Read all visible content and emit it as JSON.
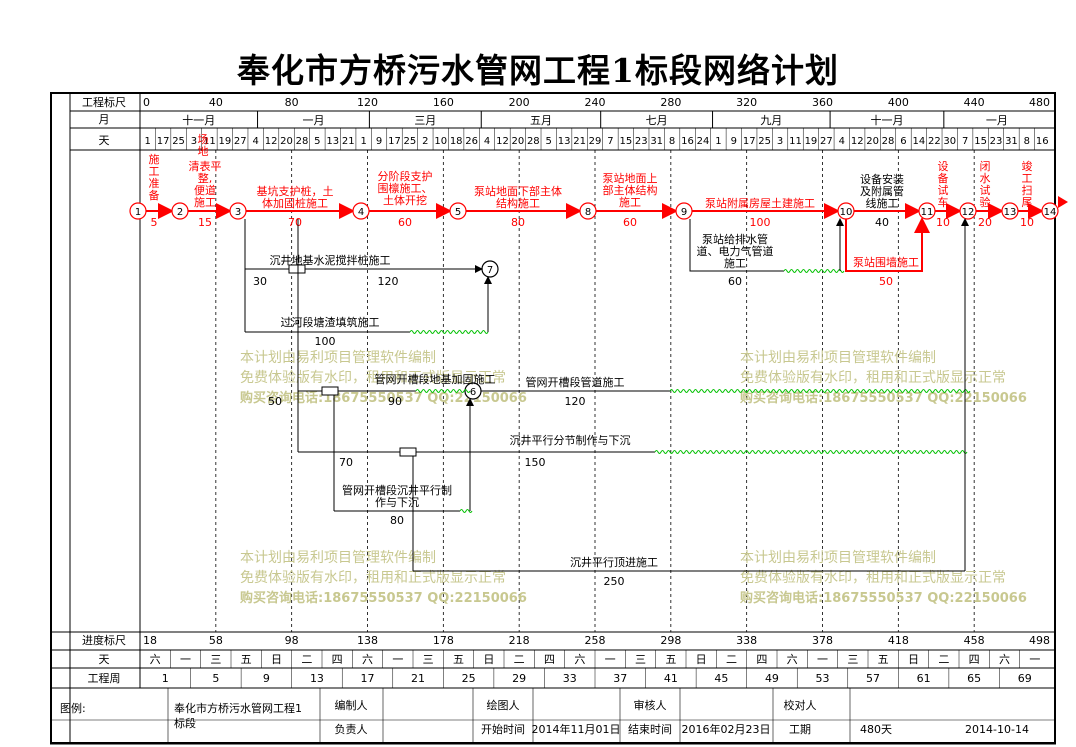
{
  "title": "奉化市方桥污水管网工程1标段网络计划",
  "rows": {
    "scale_label": "工程标尺",
    "month_label": "月",
    "day_label": "天",
    "progress_label": "进度标尺",
    "weekday_label": "天",
    "week_label": "工程周"
  },
  "scale": [
    "0",
    "40",
    "80",
    "120",
    "160",
    "200",
    "240",
    "280",
    "320",
    "360",
    "400",
    "440",
    "480"
  ],
  "months": [
    "十一月",
    "一月",
    "三月",
    "五月",
    "七月",
    "九月",
    "十一月",
    "一月"
  ],
  "days": [
    "1",
    "17",
    "25",
    "3",
    "11",
    "19",
    "27",
    "4",
    "12",
    "20",
    "28",
    "5",
    "13",
    "21",
    "1",
    "9",
    "17",
    "25",
    "2",
    "10",
    "18",
    "26",
    "4",
    "12",
    "20",
    "28",
    "5",
    "13",
    "21",
    "29",
    "7",
    "15",
    "23",
    "31",
    "8",
    "16",
    "24",
    "1",
    "9",
    "17",
    "25",
    "3",
    "11",
    "19",
    "27",
    "4",
    "12",
    "20",
    "28",
    "6",
    "14",
    "22",
    "30",
    "7",
    "15",
    "23",
    "31",
    "8",
    "16"
  ],
  "progress": [
    "18",
    "58",
    "98",
    "138",
    "178",
    "218",
    "258",
    "298",
    "338",
    "378",
    "418",
    "458",
    "498"
  ],
  "weekdays": [
    "六",
    "一",
    "三",
    "五",
    "日",
    "二",
    "四",
    "六",
    "一",
    "三",
    "五",
    "日",
    "二",
    "四",
    "六",
    "一",
    "三",
    "五",
    "日",
    "二",
    "四",
    "六",
    "一",
    "三",
    "五",
    "日",
    "二",
    "四",
    "六",
    "一"
  ],
  "weeks": [
    "1",
    "5",
    "9",
    "13",
    "17",
    "21",
    "25",
    "29",
    "33",
    "37",
    "41",
    "45",
    "49",
    "53",
    "57",
    "61",
    "65",
    "69"
  ],
  "nodes": [
    "1",
    "2",
    "3",
    "4",
    "5",
    "8",
    "9",
    "10",
    "11",
    "12",
    "13",
    "14",
    "7",
    "6"
  ],
  "critical_tasks": [
    {
      "name": "施工准备",
      "dur": "5"
    },
    {
      "name": "场地清表平整,便道施工",
      "dur": "15"
    },
    {
      "name": "基坑支护桩,土体加固桩施工",
      "dur": "70"
    },
    {
      "name": "分阶段支护围檩施工、土体开挖",
      "dur": "60"
    },
    {
      "name": "泵站地面下部主体结构施工",
      "dur": "80"
    },
    {
      "name": "泵站地面上部主体结构施工",
      "dur": "60"
    },
    {
      "name": "泵站附属房屋土建施工",
      "dur": "100"
    },
    {
      "name": "设备安装及附属管线施工",
      "dur": "40"
    },
    {
      "name": "设备试车",
      "dur": "10"
    },
    {
      "name": "闭水试验",
      "dur": "20"
    },
    {
      "name": "竣工扫尾",
      "dur": "10"
    },
    {
      "name": "泵站围墙施工",
      "dur": "50"
    }
  ],
  "other_tasks": [
    {
      "name": "沉井地基水泥搅拌桩施工",
      "dur": "30",
      "dur2": "120"
    },
    {
      "name": "过河段塘渣填筑施工",
      "dur": "100"
    },
    {
      "name": "管网开槽段地基加固施工",
      "dur": "50",
      "dur2": "90"
    },
    {
      "name": "管网开槽段管道施工",
      "dur": "120"
    },
    {
      "name": "沉井平行分节制作与下沉",
      "dur": "70",
      "dur2": "150"
    },
    {
      "name": "管网开槽段沉井平行制作与下沉",
      "dur": "80"
    },
    {
      "name": "沉井平行顶进施工",
      "dur": "250"
    },
    {
      "name": "泵站给排水管道、电力气管道施工",
      "dur": "60"
    }
  ],
  "watermark": {
    "line1": "本计划由易利项目管理软件编制",
    "line2": "免费体验版有水印，租用和正式版显示正常",
    "line3": "购买咨询电话:18675550537 QQ:22150066"
  },
  "footer": {
    "legend_label": "图例:",
    "project_name": "奉化市方桥污水管网工程1标段",
    "compiler_label": "编制人",
    "drawer_label": "绘图人",
    "reviewer_label": "审核人",
    "checker_label": "校对人",
    "manager_label": "负责人",
    "start_label": "开始时间",
    "start_value": "2014年11月01日",
    "end_label": "结束时间",
    "end_value": "2016年02月23日",
    "duration_label": "工期",
    "duration_value": "480天",
    "date_value": "2014-10-14"
  },
  "colors": {
    "critical": "#ff0000",
    "normal": "#000000",
    "free_float": "#00c000",
    "watermark": "#c8c890"
  }
}
